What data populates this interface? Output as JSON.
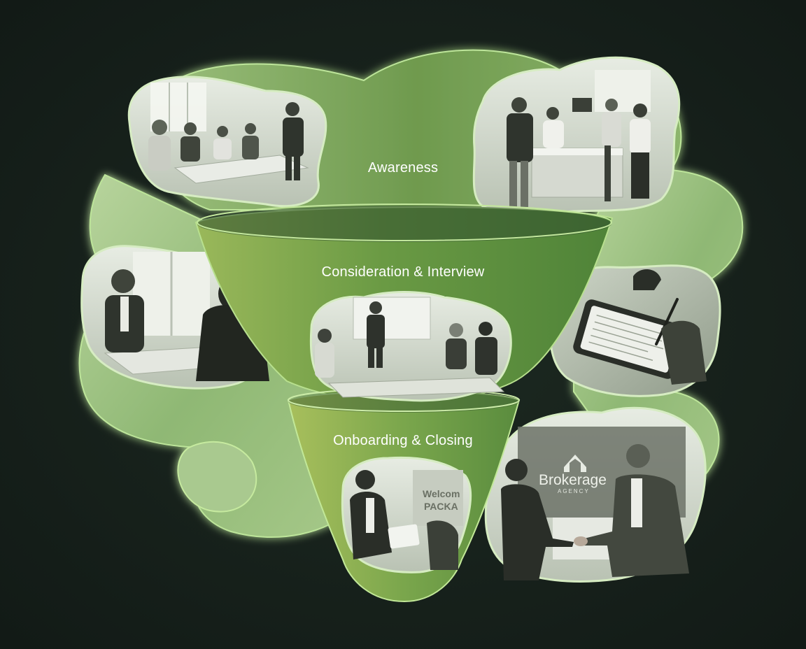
{
  "funnel": {
    "stages": [
      {
        "label": "Awareness"
      },
      {
        "label": "Consideration & Interview"
      },
      {
        "label": "Onboarding & Closing"
      }
    ]
  },
  "photos": {
    "welcome_sign_line1": "Welcom",
    "welcome_sign_line2": "PACKA",
    "brand_name": "Brokerage",
    "brand_tagline": "AGENCY"
  },
  "colors": {
    "background": "#17211c",
    "funnel_green": "#6f9a4e",
    "blob_light": "#a9c98f",
    "glow": "#9fe06a"
  }
}
